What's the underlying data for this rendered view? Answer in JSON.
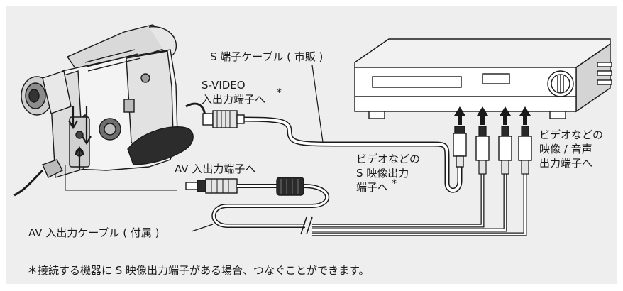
{
  "labels": {
    "s_cable": "S 端子ケーブル ( 市販 )",
    "svideo_line1": "S-VIDEO",
    "svideo_line2": "入出力端子へ",
    "av_terminal": "AV 入出力端子へ",
    "av_cable": "AV 入出力ケーブル ( 付属 )",
    "s_out_line1": "ビデオなどの",
    "s_out_line2": "S 映像出力",
    "s_out_line3": "端子へ",
    "av_out_line1": "ビデオなどの",
    "av_out_line2": "映像 / 音声",
    "av_out_line3": "出力端子へ",
    "asterisk": "*",
    "footnote": "＊接続する機器に S 映像出力端子がある場合、つなぐことができます。"
  },
  "colors": {
    "panel": "#eeeeee",
    "line": "#1a1a1a",
    "cable_fill": "#ffffff"
  }
}
